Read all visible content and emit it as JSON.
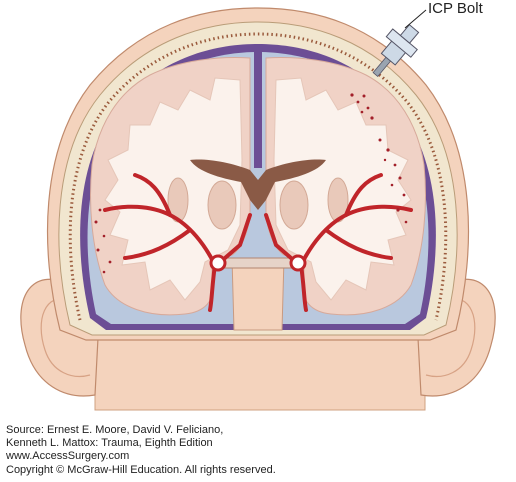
{
  "figure": {
    "callout_label": "ICP Bolt",
    "icon": "brain-coronal-section-with-icp-bolt",
    "colors": {
      "skin": "#f4d3bd",
      "skin_dark": "#e8b898",
      "skull": "#f1e6cf",
      "dura_purple": "#6c4e95",
      "csf_blue": "#b9c8de",
      "cortex": "#f0d2c6",
      "white_matter": "#fbf2ec",
      "artery": "#c0252a",
      "ventricle": "#8a5a46",
      "hemorrhage": "#a3202a"
    }
  },
  "credits": {
    "line1": "Source: Ernest E. Moore, David V. Feliciano,",
    "line2": "Kenneth L. Mattox: Trauma, Eighth Edition",
    "line3": "www.AccessSurgery.com",
    "line4": "Copyright © McGraw-Hill Education. All rights reserved."
  }
}
